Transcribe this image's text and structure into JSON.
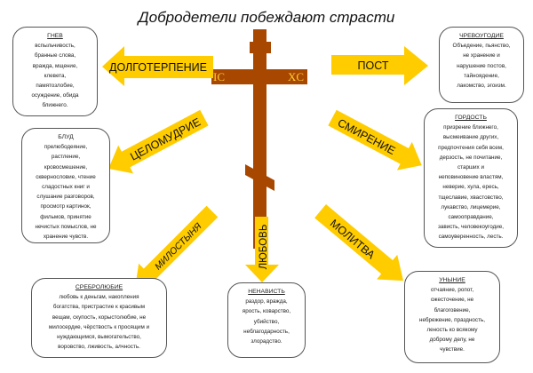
{
  "title": "Добродетели побеждают страсти",
  "colors": {
    "cross": "#a84800",
    "arrow": "#ffcc00",
    "monogram": "#ffcc33",
    "box_border": "#555555"
  },
  "cross": {
    "left_monogram": "IC",
    "right_monogram": "XC"
  },
  "virtues": {
    "dolgoterpenie": "ДОЛГОТЕРПЕНИЕ",
    "post": "ПОСТ",
    "tselomudrie": "ЦЕЛОМУДРИЕ",
    "smirenie": "СМИРЕНИЕ",
    "milostynya": "МИЛОСТЫНЯ",
    "lyubov": "ЛЮБОВЬ",
    "molitva": "МОЛИТВА"
  },
  "passions": {
    "gnev": {
      "title": "ГНЕВ",
      "lines": [
        "вспыльчивость,",
        "бранные слова,",
        "вражда, мщение,",
        "клевета,",
        "памятозлобие,",
        "осуждение, обида",
        "ближнего."
      ]
    },
    "chrevougodie": {
      "title": "ЧРЕВОУГОДИЕ",
      "lines": [
        "Объедение, пьянство,",
        "не хранение и",
        "нарушение постов,",
        "тайноядение,",
        "лакомство, эгоизм."
      ]
    },
    "blud": {
      "title": "БЛУД",
      "lines": [
        "прелюбодеяние,",
        "растление,",
        "кровосмешение,",
        "сквернословие, чтение",
        "сладостных книг и",
        "слушание разговоров,",
        "просмотр картинок,",
        "фильмов, принятие",
        "нечистых помыслов, не",
        "хранение чувств."
      ]
    },
    "gordost": {
      "title": "ГОРДОСТЬ",
      "lines": [
        "призрение ближнего,",
        "высмеивание других,",
        "предпочтения себя всем,",
        "дерзость, не почитание,",
        "старших и",
        "неповиновение властям,",
        "неверие, хула, ересь,",
        "тщеславие, хвастовство,",
        "лукавство, лицемерие,",
        "самооправдание,",
        "зависть, человекоугодие,",
        "самоуверенность, лесть."
      ]
    },
    "srebrolyubie": {
      "title": "СРЕБРОЛЮБИЕ",
      "lines": [
        "любовь к деньгам, накопления",
        "богатства, пристрастие к красивым",
        "вещам, скупость, корыстолюбие, не",
        "милосердие, чёрствость к просящим и",
        "нуждающимся, вымогательство,",
        "воровство, лживость, алчность."
      ]
    },
    "nenavist": {
      "title": "НЕНАВИСТЬ",
      "lines": [
        "раздор, вражда,",
        "ярость, коварство,",
        "убийство,",
        "неблагодарность,",
        "злорадство."
      ]
    },
    "unynie": {
      "title": "УНЫНИЕ",
      "lines": [
        "отчаяние, ропот,",
        "ожесточение, не",
        "благоговение,",
        "небрежение, праздность,",
        "леность ко всякому",
        "доброму делу, не",
        "чувствие."
      ]
    }
  }
}
